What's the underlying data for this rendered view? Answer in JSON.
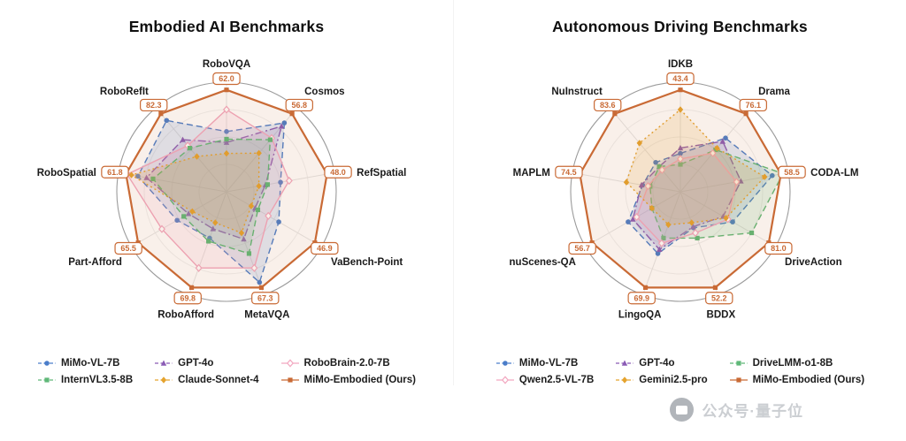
{
  "watermark": {
    "text": "公众号·量子位",
    "icon": "camera-logo"
  },
  "chart_data": [
    {
      "type": "radar",
      "title": "Embodied AI Benchmarks",
      "legend_position": "bottom",
      "note": "values_pct are radius percent of each axis max; axis_value_labels are the labeled scores of MiMo-Embodied (Ours) at the outer ring",
      "axes": [
        "RoboVQA",
        "Cosmos",
        "RefSpatial",
        "VaBench-Point",
        "MetaVQA",
        "RoboAfford",
        "Part-Afford",
        "RoboSpatial",
        "RoboRefIt"
      ],
      "axis_value_labels": [
        "62.0",
        "56.8",
        "48.0",
        "46.9",
        "67.3",
        "69.8",
        "65.5",
        "61.8",
        "82.3"
      ],
      "series": [
        {
          "name": "MiMo-VL-7B",
          "color": "#4a7dc9",
          "dash": "dashed",
          "marker": "circle",
          "values_pct": [
            55,
            82,
            50,
            55,
            88,
            45,
            52,
            82,
            85
          ]
        },
        {
          "name": "GPT-4o",
          "color": "#8a5bb5",
          "dash": "dashdot",
          "marker": "triangle",
          "values_pct": [
            45,
            78,
            36,
            30,
            46,
            36,
            40,
            74,
            62
          ]
        },
        {
          "name": "RoboBrain-2.0-7B",
          "color": "#f2a8c0",
          "dash": "solid",
          "marker": "diamond-open",
          "values_pct": [
            75,
            64,
            58,
            44,
            74,
            74,
            68,
            92,
            55
          ]
        },
        {
          "name": "InternVL3.5-8B",
          "color": "#5fb878",
          "dash": "dashed",
          "marker": "square",
          "values_pct": [
            48,
            62,
            38,
            33,
            60,
            48,
            45,
            68,
            52
          ]
        },
        {
          "name": "Claude-Sonnet-4",
          "color": "#e5a32e",
          "dash": "dotted",
          "marker": "diamond",
          "values_pct": [
            35,
            46,
            30,
            26,
            40,
            30,
            36,
            88,
            42
          ]
        },
        {
          "name": "MiMo-Embodied (Ours)",
          "color": "#c96a35",
          "dash": "solid",
          "marker": "square",
          "values_pct": [
            93,
            93,
            93,
            93,
            93,
            93,
            93,
            93,
            93
          ]
        }
      ]
    },
    {
      "type": "radar",
      "title": "Autonomous Driving Benchmarks",
      "legend_position": "bottom",
      "note": "values_pct are radius percent of each axis max; axis_value_labels are the labeled scores of MiMo-Embodied (Ours) at the outer ring",
      "axes": [
        "IDKB",
        "Drama",
        "CODA-LM",
        "DriveAction",
        "BDDX",
        "LingoQA",
        "nuScenes-QA",
        "MAPLM",
        "NuInstruct"
      ],
      "axis_value_labels": [
        "43.4",
        "76.1",
        "58.5",
        "81.0",
        "52.2",
        "69.9",
        "56.7",
        "74.5",
        "83.6"
      ],
      "series": [
        {
          "name": "MiMo-VL-7B",
          "color": "#4a7dc9",
          "dash": "dashed",
          "marker": "circle",
          "values_pct": [
            35,
            64,
            85,
            55,
            35,
            60,
            55,
            35,
            35
          ]
        },
        {
          "name": "GPT-4o",
          "color": "#8a5bb5",
          "dash": "dashdot",
          "marker": "triangle",
          "values_pct": [
            40,
            60,
            56,
            45,
            34,
            56,
            50,
            36,
            30
          ]
        },
        {
          "name": "DriveLMM-o1-8B",
          "color": "#5fb878",
          "dash": "dashed",
          "marker": "square",
          "values_pct": [
            25,
            50,
            95,
            75,
            45,
            45,
            30,
            28,
            30
          ]
        },
        {
          "name": "Qwen2.5-VL-7B",
          "color": "#f2a8c0",
          "dash": "solid",
          "marker": "diamond-open",
          "values_pct": [
            30,
            46,
            52,
            50,
            40,
            50,
            46,
            30,
            26
          ]
        },
        {
          "name": "Gemini2.5-pro",
          "color": "#e5a32e",
          "dash": "dotted",
          "marker": "diamond",
          "values_pct": [
            75,
            52,
            78,
            48,
            30,
            32,
            30,
            50,
            58
          ]
        },
        {
          "name": "MiMo-Embodied (Ours)",
          "color": "#c96a35",
          "dash": "solid",
          "marker": "square",
          "values_pct": [
            93,
            93,
            93,
            93,
            93,
            93,
            93,
            93,
            93
          ]
        }
      ]
    }
  ]
}
